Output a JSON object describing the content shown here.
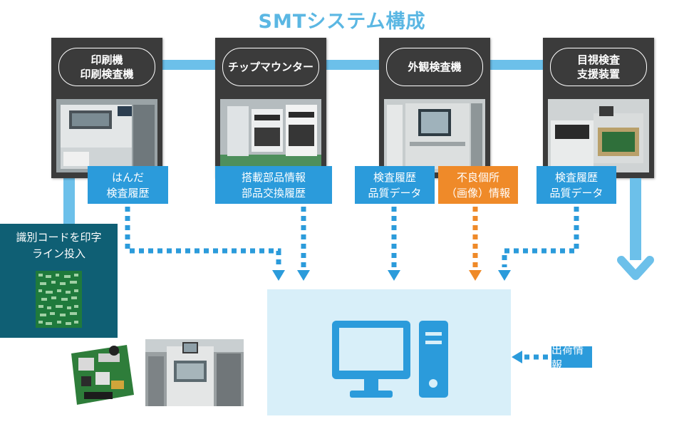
{
  "title": "SMTシステム構成",
  "machines": [
    {
      "label": "印刷機\n印刷検査機",
      "icon": "printer-machine-photo"
    },
    {
      "label": "チップマウンター",
      "icon": "chip-mounter-photo"
    },
    {
      "label": "外観検査機",
      "icon": "inspection-machine-photo"
    },
    {
      "label": "目視検査\n支援装置",
      "icon": "visual-support-photo"
    }
  ],
  "tags": [
    {
      "text": "はんだ\n検査履歴",
      "color": "#2b9bdb"
    },
    {
      "text": "搭載部品情報\n部品交換履歴",
      "color": "#2b9bdb"
    },
    {
      "text": "検査履歴\n品質データ",
      "color": "#2b9bdb"
    },
    {
      "text": "不良個所\n（画像）情報",
      "color": "#ef8a29"
    },
    {
      "text": "検査履歴\n品質データ",
      "color": "#2b9bdb"
    }
  ],
  "print_panel": {
    "label": "識別コードを印字\nライン投入"
  },
  "shipping": {
    "label": "出荷情報"
  },
  "colors": {
    "connector": "#6cc0ea",
    "accent": "#2b9bdb",
    "warning": "#ef8a29",
    "panel": "#0f5f74",
    "server_bg": "#d8eff9"
  }
}
